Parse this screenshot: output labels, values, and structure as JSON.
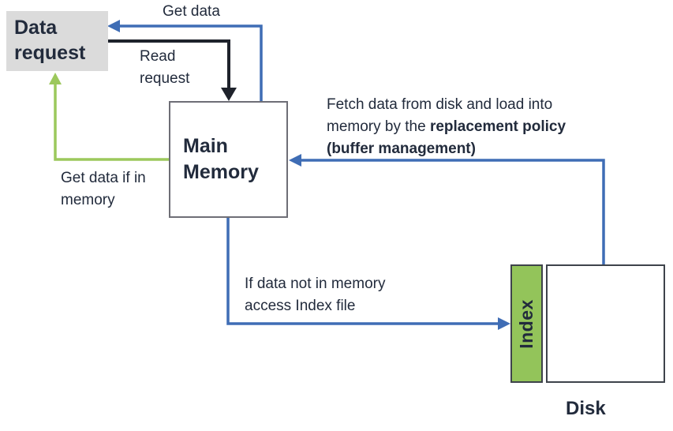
{
  "colors": {
    "arrow_blue": "#3F6DB5",
    "arrow_green": "#9CC85C",
    "arrow_black": "#1E222B",
    "box_gray_fill": "#DBDBDB",
    "index_green_fill": "#93C45A",
    "text_dark": "#222B3C",
    "memory_border": "#6E6E76",
    "disk_border": "#3E434B"
  },
  "nodes": {
    "data_request": {
      "label": "Data request"
    },
    "main_memory": {
      "label": "Main Memory"
    },
    "index": {
      "label": "Index"
    },
    "disk": {
      "label": "Disk"
    }
  },
  "edges": {
    "get_data": {
      "label": "Get data"
    },
    "read_request": {
      "label": "Read request"
    },
    "get_data_if_in_memory": {
      "label": "Get data if in memory"
    },
    "fetch_from_disk": {
      "text_regular": "Fetch data from disk and load into memory by the",
      "text_bold": "replacement policy (buffer management)"
    },
    "access_index": {
      "label": "If data not in memory access Index file"
    }
  }
}
